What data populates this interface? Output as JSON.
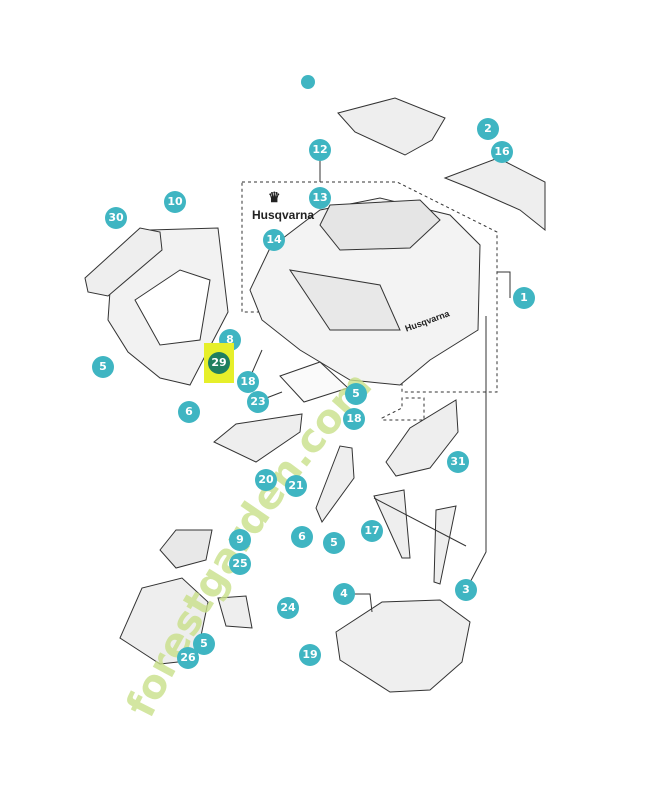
{
  "brand": {
    "text": "Husqvarna",
    "badge_text": "Husqvarna"
  },
  "watermark": {
    "text": "forestgarden.com",
    "color": "#c9e08a"
  },
  "colors": {
    "callout": "#3fb5c2",
    "highlight": "#e6ef2a",
    "highlight_callout": "#1f7f5f",
    "line": "#333333"
  },
  "callouts": [
    {
      "id": "c1",
      "label": "1"
    },
    {
      "id": "c2",
      "label": "2"
    },
    {
      "id": "c3",
      "label": "3"
    },
    {
      "id": "c4",
      "label": "4"
    },
    {
      "id": "c5a",
      "label": "5"
    },
    {
      "id": "c5b",
      "label": "5"
    },
    {
      "id": "c5c",
      "label": "5"
    },
    {
      "id": "c5d",
      "label": "5"
    },
    {
      "id": "c6a",
      "label": "6"
    },
    {
      "id": "c6b",
      "label": "6"
    },
    {
      "id": "c8",
      "label": "8"
    },
    {
      "id": "c9",
      "label": "9"
    },
    {
      "id": "c10",
      "label": "10"
    },
    {
      "id": "c12",
      "label": "12"
    },
    {
      "id": "c13",
      "label": "13"
    },
    {
      "id": "c14",
      "label": "14"
    },
    {
      "id": "c16",
      "label": "16"
    },
    {
      "id": "c17",
      "label": "17"
    },
    {
      "id": "c18a",
      "label": "18"
    },
    {
      "id": "c18b",
      "label": "18"
    },
    {
      "id": "c19",
      "label": "19"
    },
    {
      "id": "c20",
      "label": "20"
    },
    {
      "id": "c21",
      "label": "21"
    },
    {
      "id": "c23",
      "label": "23"
    },
    {
      "id": "c24",
      "label": "24"
    },
    {
      "id": "c25",
      "label": "25"
    },
    {
      "id": "c26",
      "label": "26"
    },
    {
      "id": "c30",
      "label": "30"
    },
    {
      "id": "c31",
      "label": "31"
    }
  ],
  "highlighted": {
    "label": "29"
  }
}
